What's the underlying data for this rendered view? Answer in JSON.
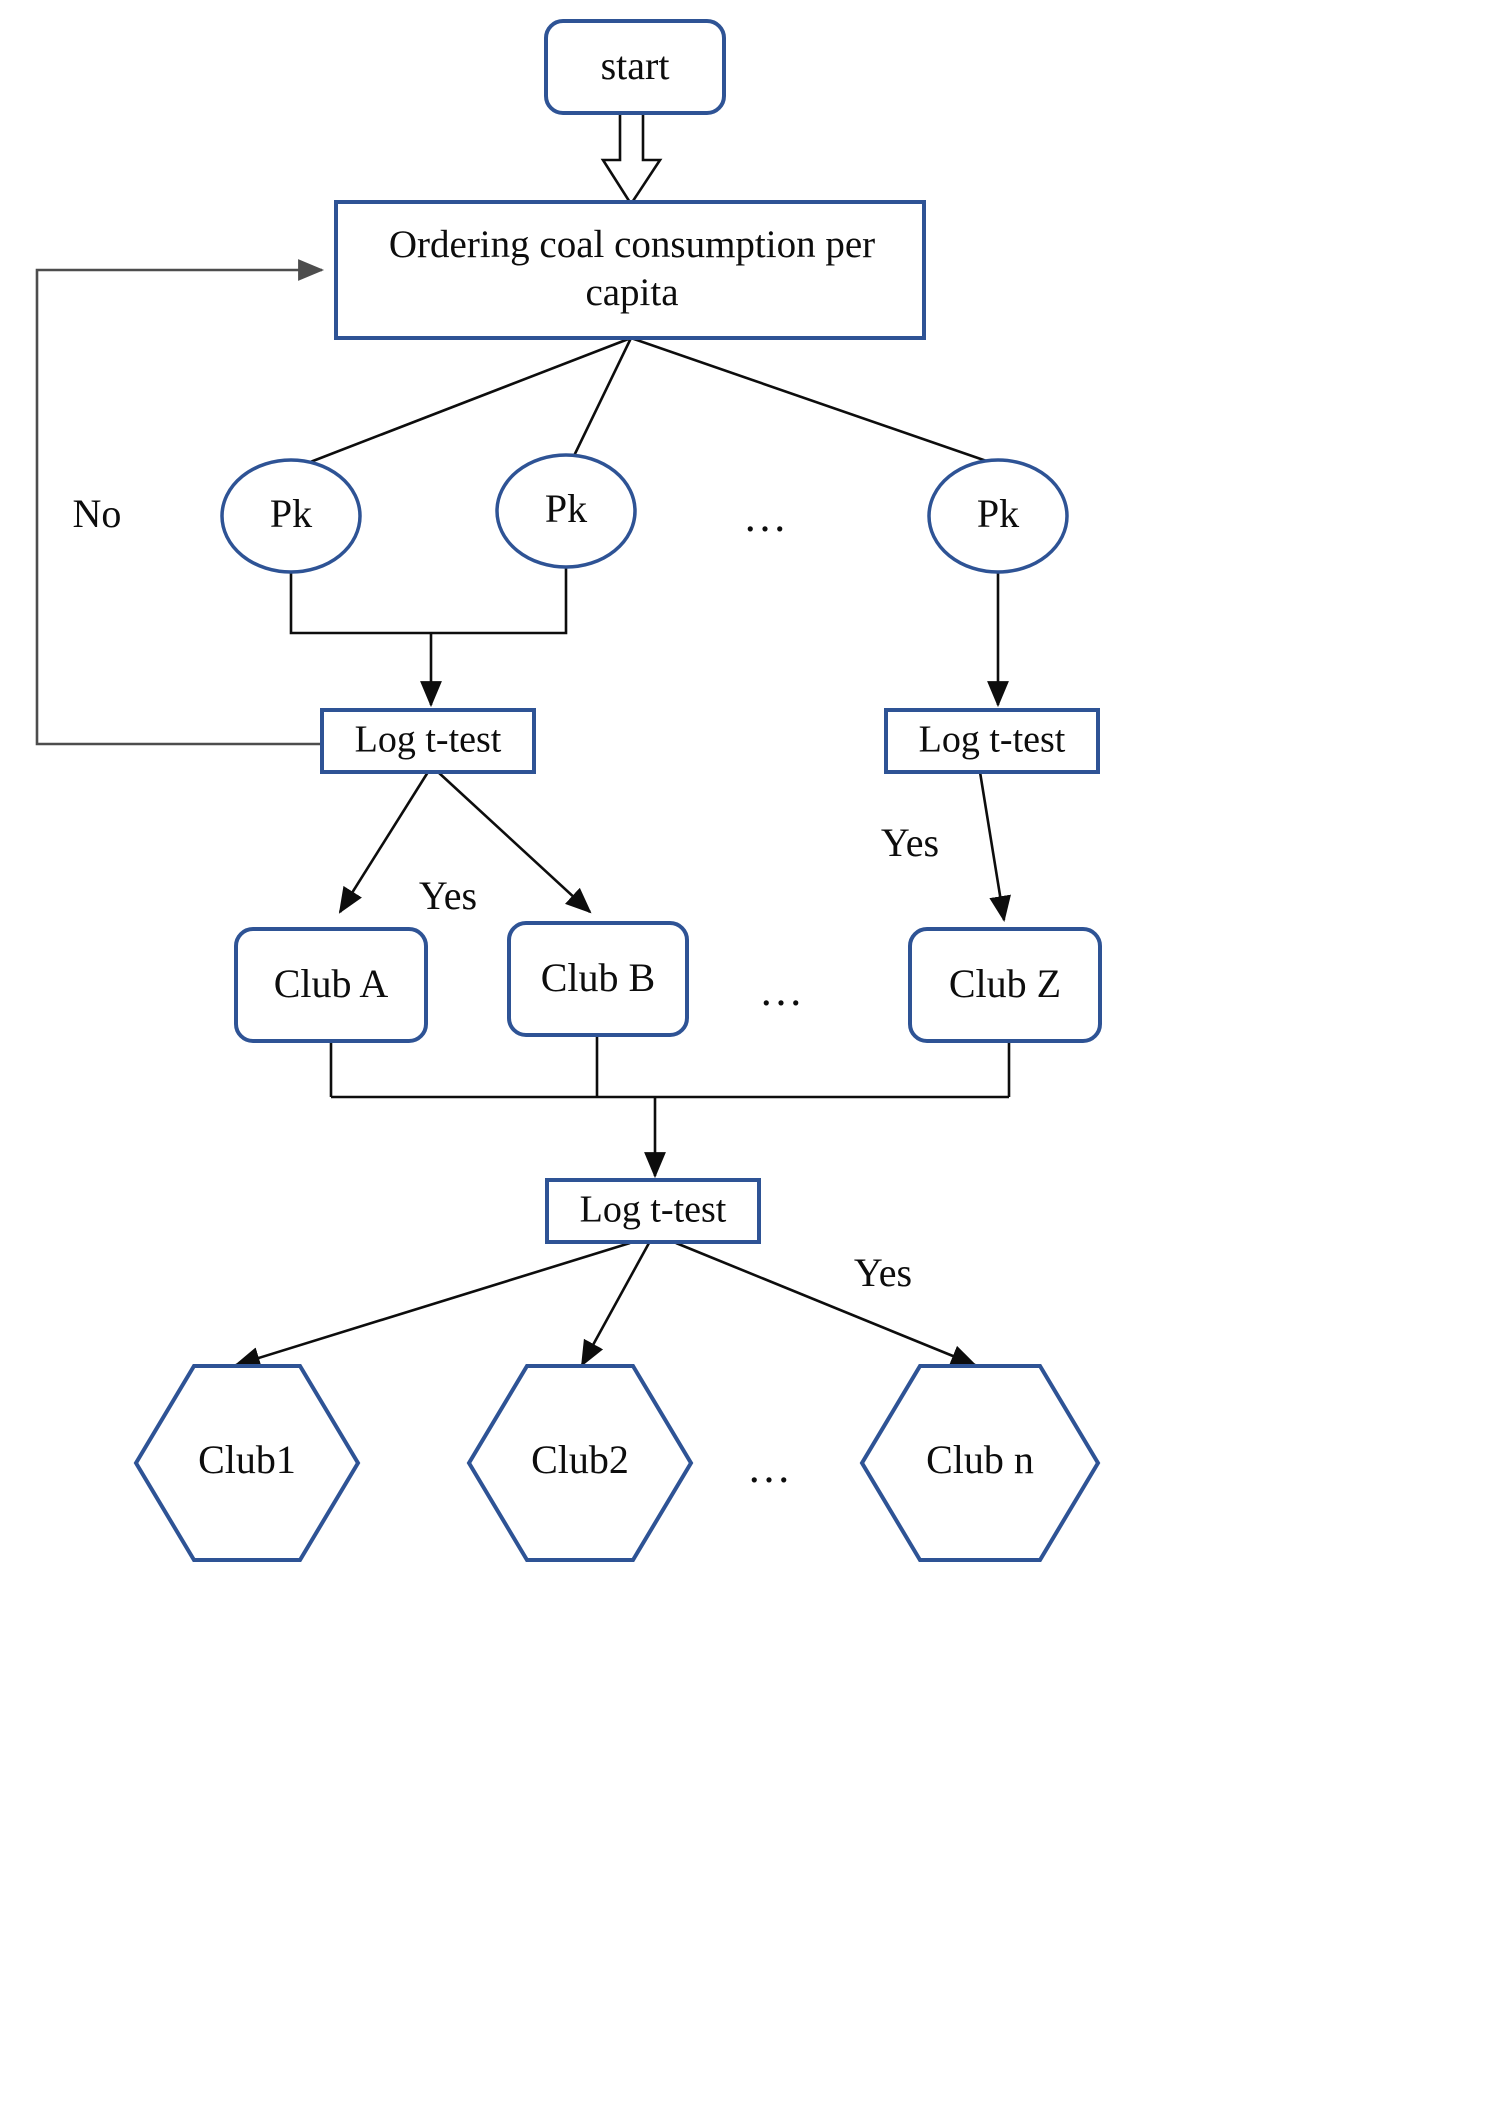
{
  "diagram": {
    "title": "Coal consumption convergence club clustering flowchart",
    "colors": {
      "shape_stroke": "#2e5395",
      "shape_fill": "#ffffff",
      "connector": "#0d0d0d",
      "connector_secondary": "#4d4d4d",
      "text": "#0d0d0d",
      "background": "#ffffff"
    },
    "nodes": {
      "start": {
        "label": "start",
        "shape": "rounded-rectangle"
      },
      "ordering": {
        "label": "Ordering coal consumption per capita",
        "label_line1": "Ordering coal consumption per",
        "label_line2": "capita",
        "shape": "rectangle"
      },
      "pk1": {
        "label": "Pk",
        "shape": "ellipse"
      },
      "pk2": {
        "label": "Pk",
        "shape": "ellipse"
      },
      "pk3": {
        "label": "Pk",
        "shape": "ellipse"
      },
      "pk_ellipsis": {
        "label": "…",
        "shape": "text"
      },
      "logttest_left": {
        "label": "Log t-test",
        "shape": "rectangle"
      },
      "logttest_right": {
        "label": "Log t-test",
        "shape": "rectangle"
      },
      "club_a": {
        "label": "Club A",
        "shape": "rounded-rectangle"
      },
      "club_b": {
        "label": "Club B",
        "shape": "rounded-rectangle"
      },
      "club_z": {
        "label": "Club Z",
        "shape": "rounded-rectangle"
      },
      "club_ellipsis": {
        "label": "…",
        "shape": "text"
      },
      "logttest_bottom": {
        "label": "Log t-test",
        "shape": "rectangle"
      },
      "club1": {
        "label": "Club1",
        "shape": "hexagon"
      },
      "club2": {
        "label": "Club2",
        "shape": "hexagon"
      },
      "clubn": {
        "label": "Club n",
        "shape": "hexagon"
      },
      "club_final_ellipsis": {
        "label": "…",
        "shape": "text"
      }
    },
    "edge_labels": {
      "no": "No",
      "yes_left": "Yes",
      "yes_right": "Yes",
      "yes_bottom": "Yes"
    },
    "edges": [
      {
        "from": "start",
        "to": "ordering",
        "style": "block-arrow",
        "label": ""
      },
      {
        "from": "ordering",
        "to": "pk1",
        "style": "line",
        "label": ""
      },
      {
        "from": "ordering",
        "to": "pk2",
        "style": "line",
        "label": ""
      },
      {
        "from": "ordering",
        "to": "pk3",
        "style": "line",
        "label": ""
      },
      {
        "from": "pk1",
        "to": "logttest_left",
        "style": "elbow-arrow",
        "label": ""
      },
      {
        "from": "pk2",
        "to": "logttest_left",
        "style": "elbow-arrow",
        "label": ""
      },
      {
        "from": "pk3",
        "to": "logttest_right",
        "style": "arrow",
        "label": ""
      },
      {
        "from": "logttest_left",
        "to": "ordering",
        "style": "feedback-arrow",
        "label": "No"
      },
      {
        "from": "logttest_left",
        "to": "club_a",
        "style": "arrow",
        "label": "Yes"
      },
      {
        "from": "logttest_left",
        "to": "club_b",
        "style": "arrow",
        "label": "Yes"
      },
      {
        "from": "logttest_right",
        "to": "club_z",
        "style": "arrow",
        "label": "Yes"
      },
      {
        "from": "club_a",
        "to": "logttest_bottom",
        "style": "elbow-arrow",
        "label": ""
      },
      {
        "from": "club_b",
        "to": "logttest_bottom",
        "style": "elbow-arrow",
        "label": ""
      },
      {
        "from": "club_z",
        "to": "logttest_bottom",
        "style": "elbow-arrow",
        "label": ""
      },
      {
        "from": "logttest_bottom",
        "to": "club1",
        "style": "arrow",
        "label": ""
      },
      {
        "from": "logttest_bottom",
        "to": "club2",
        "style": "arrow",
        "label": ""
      },
      {
        "from": "logttest_bottom",
        "to": "clubn",
        "style": "arrow",
        "label": "Yes"
      }
    ]
  }
}
